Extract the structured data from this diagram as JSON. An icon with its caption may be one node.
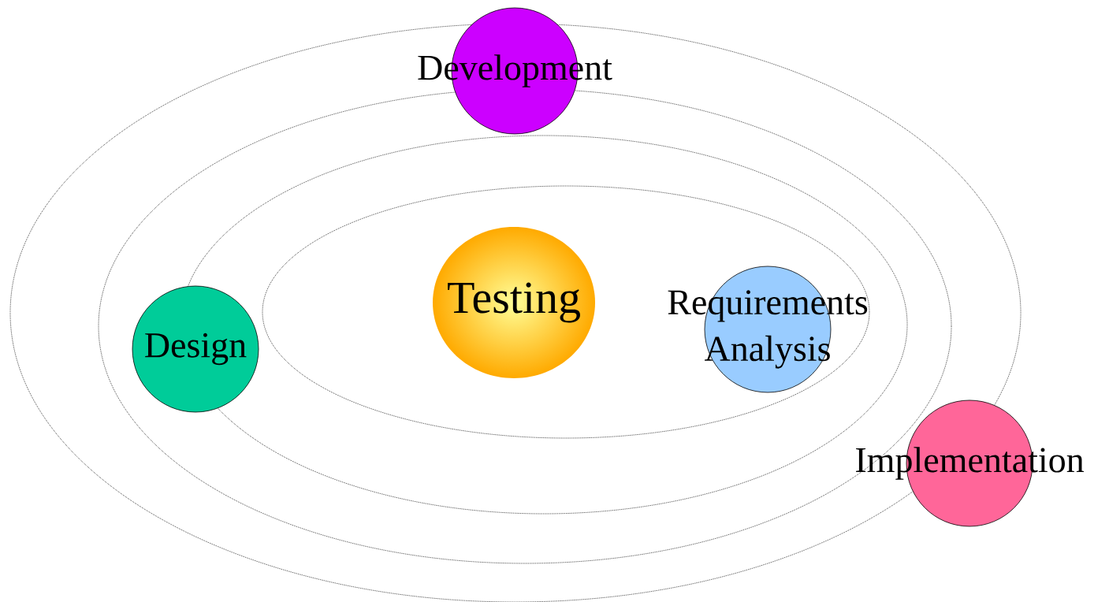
{
  "diagram": {
    "nodes": [
      {
        "text": [
          "Development"
        ]
      },
      {
        "text": [
          "Testing"
        ]
      },
      {
        "text": [
          "Requirements Analysis"
        ]
      },
      {
        "text": [
          "Design"
        ]
      },
      {
        "text": [
          "Implementation"
        ]
      }
    ]
  }
}
